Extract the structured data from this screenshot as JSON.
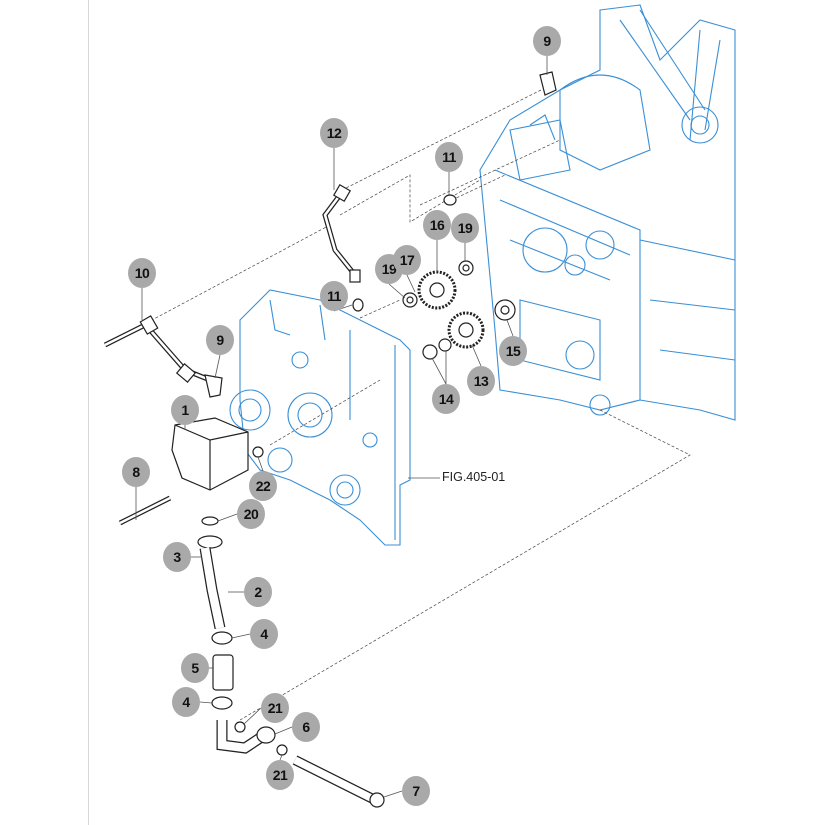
{
  "diagram": {
    "reference_label": "FIG.405-01",
    "callouts": [
      "9",
      "12",
      "11",
      "10",
      "16",
      "19",
      "19",
      "17",
      "11",
      "9",
      "15",
      "13",
      "14",
      "1",
      "8",
      "22",
      "20",
      "3",
      "2",
      "4",
      "5",
      "4",
      "21",
      "6",
      "21",
      "7"
    ]
  },
  "colors": {
    "housing_line": "#3a8fd6",
    "part_line": "#222222",
    "callout_fill": "#a9a9a9"
  }
}
